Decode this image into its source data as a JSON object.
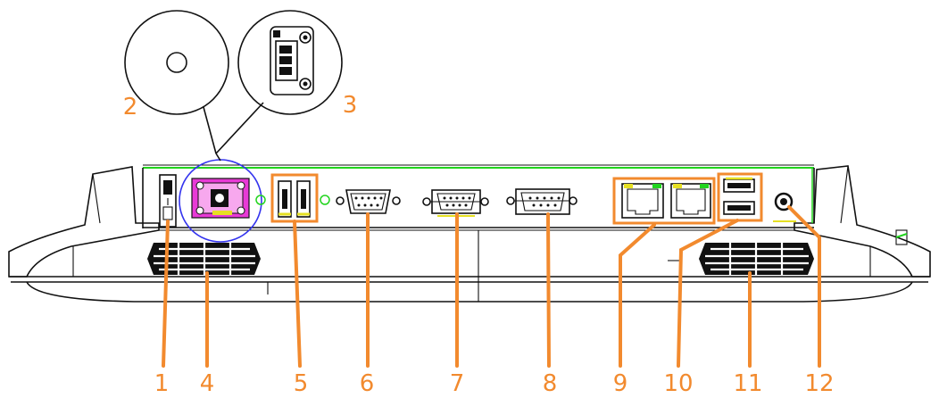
{
  "colors": {
    "callout": "#f28a2e",
    "outline": "#111111",
    "board": "#22d41e",
    "highlight_circle": "#3333ee",
    "power_connector": "#e83ad6",
    "usb_mark": "#e6e022"
  },
  "callouts": [
    {
      "id": "1",
      "label": "1"
    },
    {
      "id": "2",
      "label": "2"
    },
    {
      "id": "3",
      "label": "3"
    },
    {
      "id": "4",
      "label": "4"
    },
    {
      "id": "5",
      "label": "5"
    },
    {
      "id": "6",
      "label": "6"
    },
    {
      "id": "7",
      "label": "7"
    },
    {
      "id": "8",
      "label": "8"
    },
    {
      "id": "9",
      "label": "9"
    },
    {
      "id": "10",
      "label": "10"
    },
    {
      "id": "11",
      "label": "11"
    },
    {
      "id": "12",
      "label": "12"
    }
  ]
}
